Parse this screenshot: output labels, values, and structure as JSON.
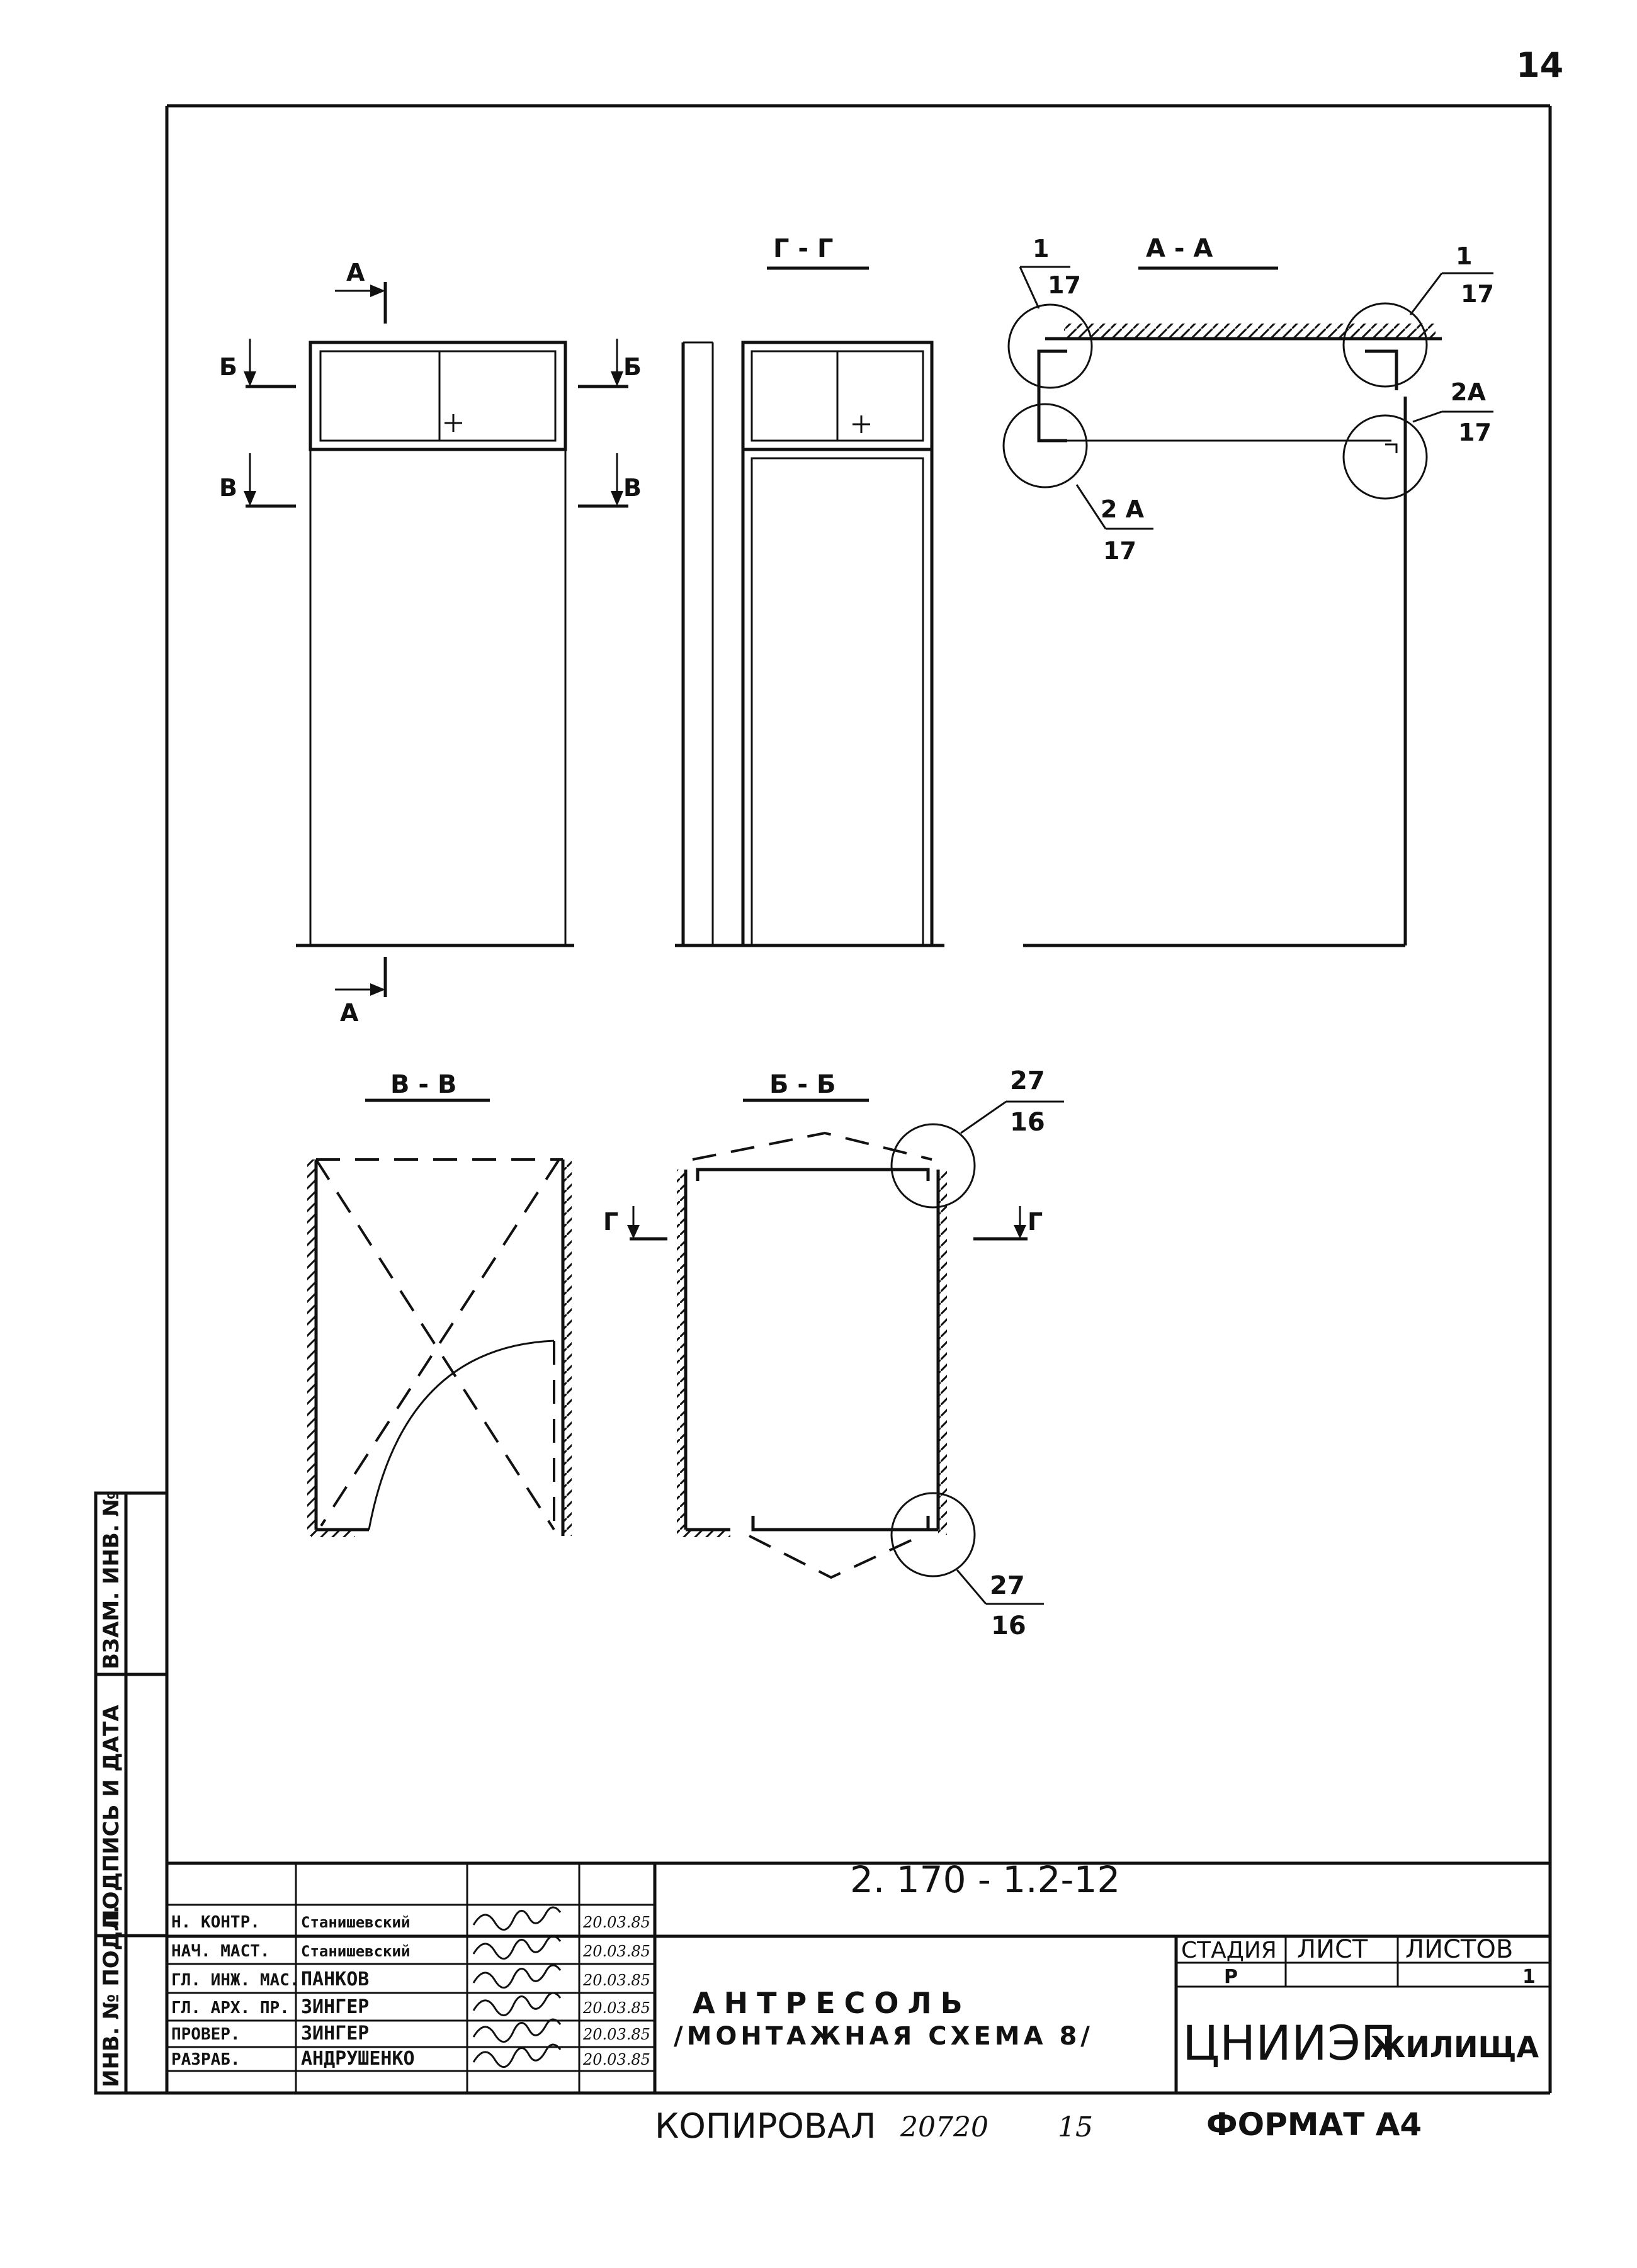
{
  "page_number": "14",
  "views": {
    "elevation": {
      "cut_a_top": "А",
      "cut_a_bottom": "А",
      "cut_b_left": "Б",
      "cut_b_right": "Б",
      "cut_v_left": "В",
      "cut_v_right": "В"
    },
    "gg": {
      "title": "Г - Г"
    },
    "aa": {
      "title": "А - А",
      "callout_tl_num": "1",
      "callout_tl_den": "17",
      "callout_tr_num": "1",
      "callout_tr_den": "17",
      "callout_bl_num": "2 А",
      "callout_bl_den": "17",
      "callout_br_num": "2А",
      "callout_br_den": "17"
    },
    "vv": {
      "title": "В - В"
    },
    "bb": {
      "title": "Б - Б",
      "cut_g_left": "Г",
      "cut_g_right": "Г",
      "callout_top_num": "27",
      "callout_top_den": "16",
      "callout_bot_num": "27",
      "callout_bot_den": "16"
    }
  },
  "side_stamp": {
    "vzam": "ВЗАМ. ИНВ. №",
    "podpis": "ПОДПИСЬ И ДАТА",
    "inv": "ИНВ. № ПОДЛ."
  },
  "title_block": {
    "doc_code": "2. 170 - 1.2-12",
    "title_line1": "АНТРЕСОЛЬ",
    "title_line2": "/МОНТАЖНАЯ СХЕМА 8/",
    "org": "ЦНИИЭП",
    "org_suffix": "ЖИЛИЩА",
    "stage_header": "СТАДИЯ",
    "sheet_header": "ЛИСТ",
    "sheets_header": "ЛИСТОВ",
    "stage_value": "Р",
    "sheet_value": "",
    "sheets_value": "1",
    "rows": [
      {
        "role": "Н. КОНТР.",
        "name": "Станишевский",
        "date": "20.03.85"
      },
      {
        "role": "НАЧ. МАСТ.",
        "name": "Станишевский",
        "date": "20.03.85"
      },
      {
        "role": "ГЛ. ИНЖ. МАС.",
        "name": "ПАНКОВ",
        "date": "20.03.85"
      },
      {
        "role": "ГЛ. АРХ. ПР.",
        "name": "ЗИНГЕР",
        "date": "20.03.85"
      },
      {
        "role": "ПРОВЕР.",
        "name": "ЗИНГЕР",
        "date": "20.03.85"
      },
      {
        "role": "РАЗРАБ.",
        "name": "АНДРУШЕНКО",
        "date": "20.03.85"
      }
    ]
  },
  "footer": {
    "copied_label": "КОПИРОВАЛ",
    "copy_number": "20720",
    "copy_sheet": "15",
    "format_label": "ФОРМАТ А4"
  }
}
